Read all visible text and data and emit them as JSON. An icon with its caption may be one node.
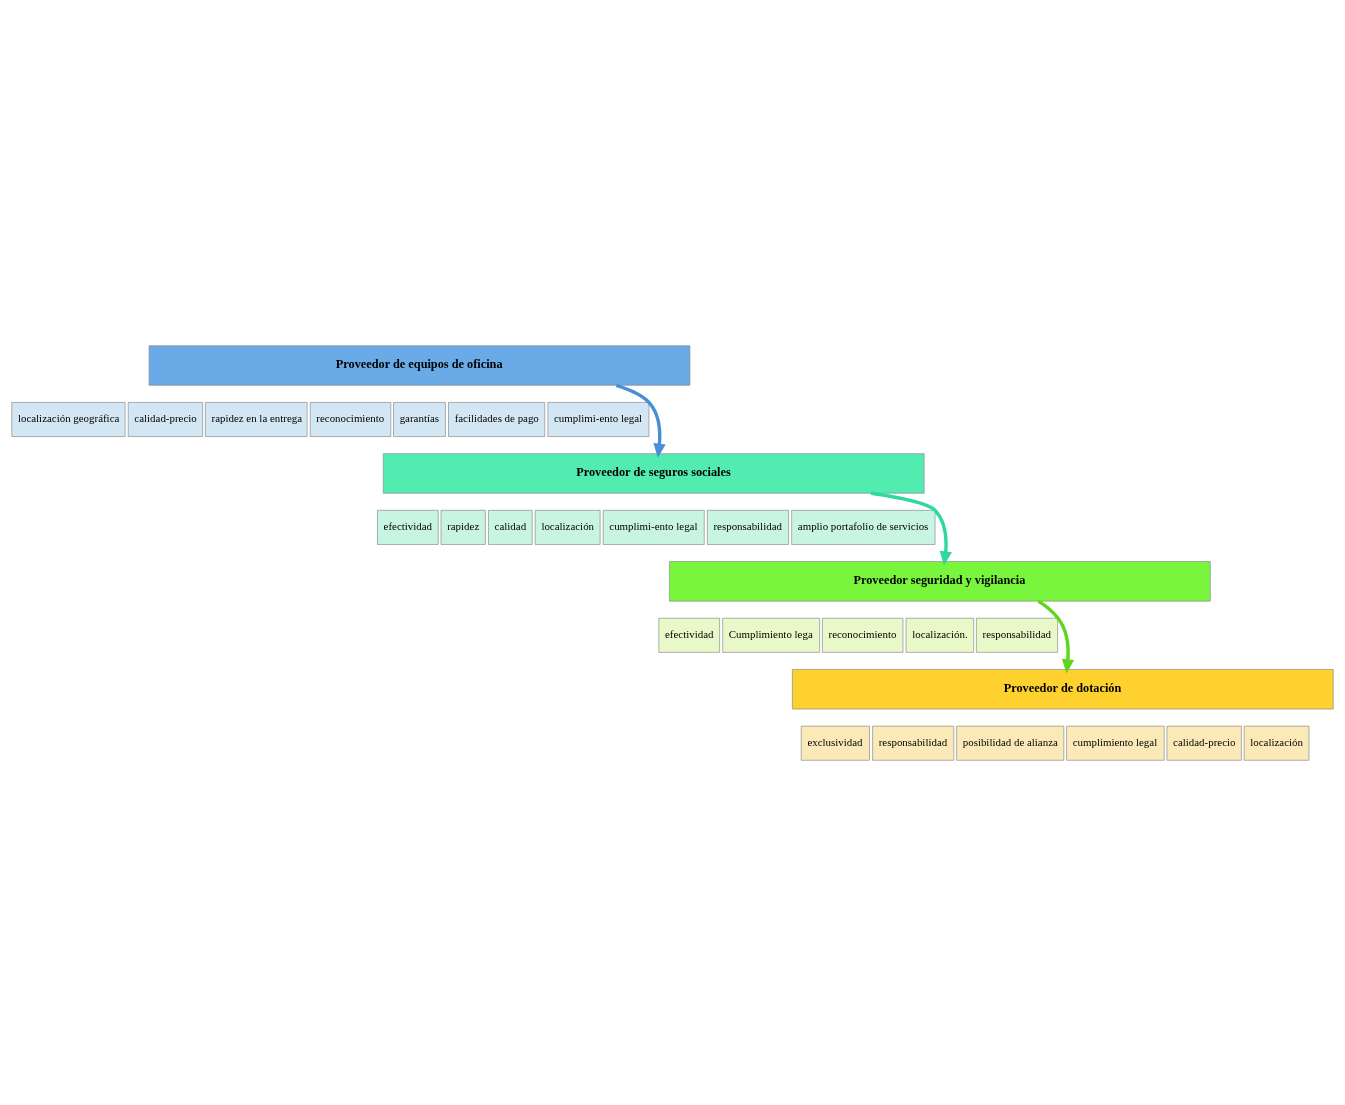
{
  "diagram": {
    "nodes": [
      {
        "text": [
          "Proveedor de equipos de oficina"
        ]
      },
      {
        "text": [
          "localización geográfica"
        ]
      },
      {
        "text": [
          "calidad-precio"
        ]
      },
      {
        "text": [
          "rapidez en la entrega"
        ]
      },
      {
        "text": [
          "reconocimiento"
        ]
      },
      {
        "text": [
          "garantías"
        ]
      },
      {
        "text": [
          "facilidades de pago"
        ]
      },
      {
        "text": [
          "cumplimi-ento legal"
        ]
      },
      {
        "text": [
          "Proveedor de seguros sociales"
        ]
      },
      {
        "text": [
          "efectividad"
        ]
      },
      {
        "text": [
          "rapidez"
        ]
      },
      {
        "text": [
          "calidad"
        ]
      },
      {
        "text": [
          "localización"
        ]
      },
      {
        "text": [
          "cumplimi-ento legal"
        ]
      },
      {
        "text": [
          "responsabilidad"
        ]
      },
      {
        "text": [
          "amplio portafolio de servicios"
        ]
      },
      {
        "text": [
          "Proveedor seguridad y vigilancia"
        ]
      },
      {
        "text": [
          "efectividad"
        ]
      },
      {
        "text": [
          "Cumplimiento lega"
        ]
      },
      {
        "text": [
          "reconocimiento"
        ]
      },
      {
        "text": [
          "localización."
        ]
      },
      {
        "text": [
          "responsabilidad"
        ]
      },
      {
        "text": [
          "Proveedor de dotación"
        ]
      },
      {
        "text": [
          "exclusividad"
        ]
      },
      {
        "text": [
          "responsabilidad"
        ]
      },
      {
        "text": [
          "posibilidad de alianza"
        ]
      },
      {
        "text": [
          "cumplimiento legal"
        ]
      },
      {
        "text": [
          "calidad-precio"
        ]
      },
      {
        "text": [
          "localización"
        ]
      }
    ],
    "edges": [
      {
        "from": 0,
        "to": 8,
        "arrow": "to",
        "color": "#4a8fd6"
      },
      {
        "from": 8,
        "to": 16,
        "arrow": "to",
        "color": "#2ed9a0"
      },
      {
        "from": 16,
        "to": 22,
        "arrow": "to",
        "color": "#5ed61e"
      }
    ]
  }
}
